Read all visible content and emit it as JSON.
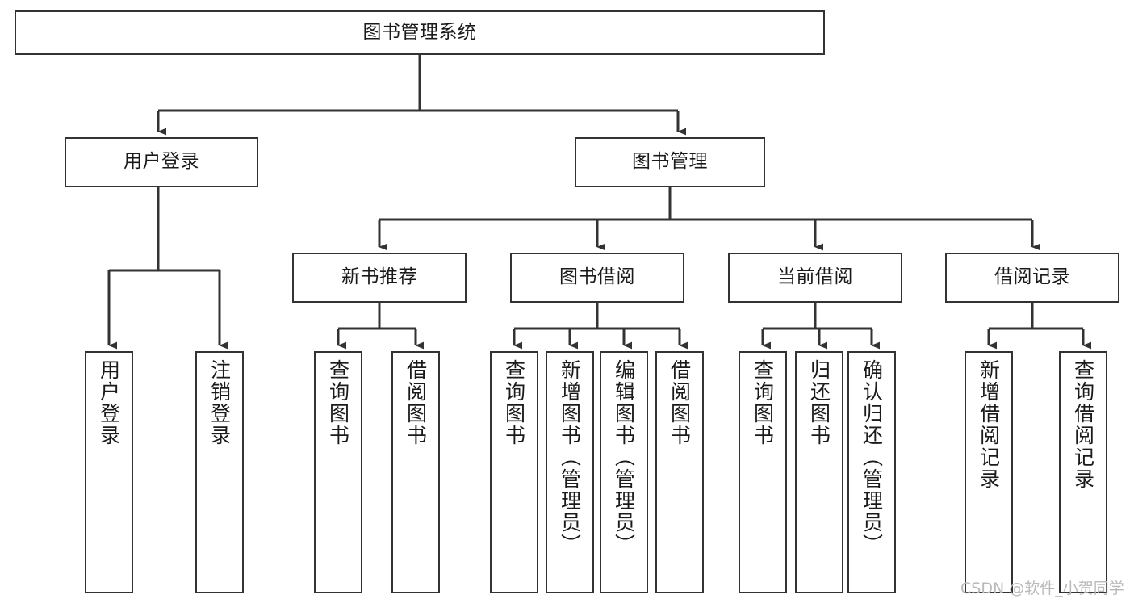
{
  "diagram": {
    "title": "图书管理系统",
    "type": "tree",
    "orientation": "top-down",
    "colors": {
      "node_border": "#333333",
      "node_fill": "#ffffff",
      "edge": "#333333",
      "text": "#1a1a1a",
      "watermark": "#b9b9b9",
      "background": "#ffffff"
    },
    "root": {
      "label": "图书管理系统"
    },
    "level2": [
      {
        "label": "用户登录"
      },
      {
        "label": "图书管理"
      }
    ],
    "level3": [
      {
        "label": "新书推荐"
      },
      {
        "label": "图书借阅"
      },
      {
        "label": "当前借阅"
      },
      {
        "label": "借阅记录"
      }
    ],
    "leaves": {
      "user_login": [
        {
          "label": "用户登录"
        },
        {
          "label": "注销登录"
        }
      ],
      "new_book_recommend": [
        {
          "label": "查询图书"
        },
        {
          "label": "借阅图书"
        }
      ],
      "book_borrow": [
        {
          "label": "查询图书"
        },
        {
          "label": "新增图书（管理员）"
        },
        {
          "label": "编辑图书（管理员）"
        },
        {
          "label": "借阅图书"
        }
      ],
      "current_borrow": [
        {
          "label": "查询图书"
        },
        {
          "label": "归还图书"
        },
        {
          "label": "确认归还（管理员）"
        }
      ],
      "borrow_record": [
        {
          "label": "新增借阅记录"
        },
        {
          "label": "查询借阅记录"
        }
      ]
    },
    "watermark": "CSDN @软件_小贺同学"
  }
}
